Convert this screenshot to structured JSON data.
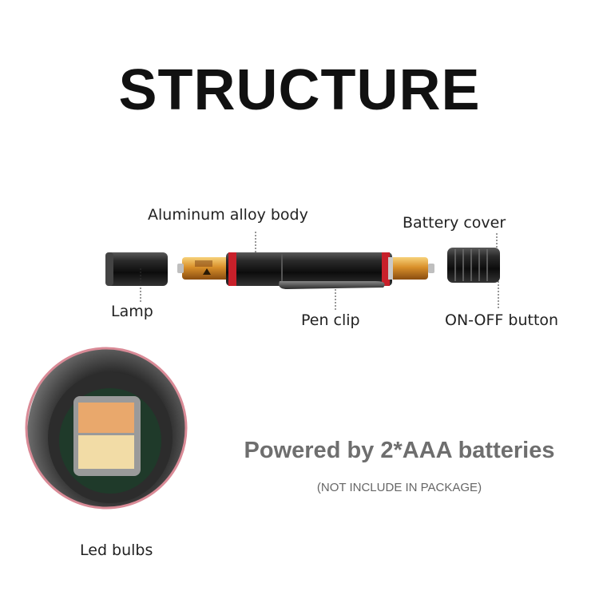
{
  "title": "STRUCTURE",
  "labels": {
    "body": "Aluminum alloy body",
    "battery_cover": "Battery cover",
    "lamp": "Lamp",
    "pen_clip": "Pen clip",
    "on_off": "ON-OFF button",
    "led": "Led bulbs"
  },
  "info": {
    "powered": "Powered by 2*AAA batteries",
    "note": "(NOT INCLUDE IN PACKAGE)"
  },
  "colors": {
    "accent_ring": "#c8202a",
    "circle_border": "#d98a96",
    "led_warm": "#e9a86c",
    "led_cool": "#f2dca6"
  }
}
